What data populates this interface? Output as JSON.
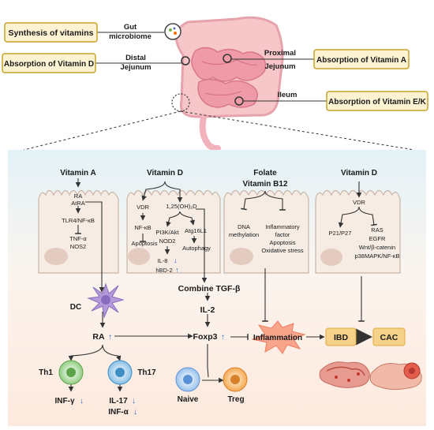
{
  "top": {
    "callouts": {
      "synthesis": "Synthesis of vitamins",
      "absorption_d": "Absorption of Vitamin D",
      "absorption_a": "Absorption of Vitamin A",
      "absorption_ek": "Absorption of Vitamin E/K"
    },
    "regions": {
      "gut_1": "Gut",
      "gut_2": "microbiome",
      "distal_1": "Distal",
      "distal_2": "Jejunum",
      "proximal_1": "Proximal",
      "proximal_2": "Jejunum",
      "ileum": "Ileum"
    }
  },
  "cells": {
    "c1": {
      "title": "Vitamin A",
      "ra": "RA",
      "atra": "AtRA",
      "tlr4": "TLR4/NF-κB",
      "tnf": "TNF-α",
      "nos2": "NOS2"
    },
    "c2": {
      "title": "Vitamin D",
      "vdr": "VDR",
      "oh": "1,25(OH)₂D",
      "nfkb": "NF-κB",
      "apoptosis": "Apoptosis",
      "pi3k": "PI3K/Akt",
      "nod2": "NOD2",
      "atg": "Atg16L1",
      "autophagy": "Autophagy",
      "il8": "IL-8",
      "hbd2": "hBD-2"
    },
    "c3": {
      "title_1": "Folate",
      "title_2": "Vitamin B12",
      "dna_1": "DNA",
      "dna_2": "methylation",
      "infl_1": "Inflammatory",
      "infl_2": "factor",
      "apoptosis": "Apoptosis",
      "oxidative": "Oxidative stress"
    },
    "c4": {
      "title": "Vitamin D",
      "vdr": "VDR",
      "p21": "P21/P27",
      "ras": "RAS",
      "egfr": "EGFR",
      "wnt": "Wnt/β-catenin",
      "p38": "p38MAPK/NF-κB"
    }
  },
  "bottom": {
    "combine": "Combine TGF-β",
    "il2": "IL-2",
    "dc": "DC",
    "ra": "RA",
    "foxp3": "Foxp3",
    "inflammation": "Inflammation",
    "ibd": "IBD",
    "cac": "CAC",
    "th1": "Th1",
    "th17": "Th17",
    "naive": "Naive",
    "treg": "Treg",
    "infg": "INF-γ",
    "il17": "IL-17",
    "infa": "INF-α"
  },
  "colors": {
    "callout_fill": "#fdf3d2",
    "callout_stroke": "#c9a227",
    "intestine": "#f4b8c0",
    "cell_fill": "#f5ece6",
    "arrow_blue": "#2b63c4",
    "ibd_fill": "#f5d18a",
    "inflammation_fill": "#f9a58c",
    "th1_fill": "#8fd17a",
    "th17_fill": "#8fc6ea",
    "naive_fill": "#9ec7ef",
    "treg_fill": "#f7b36a",
    "dc_fill": "#b59ad9"
  }
}
